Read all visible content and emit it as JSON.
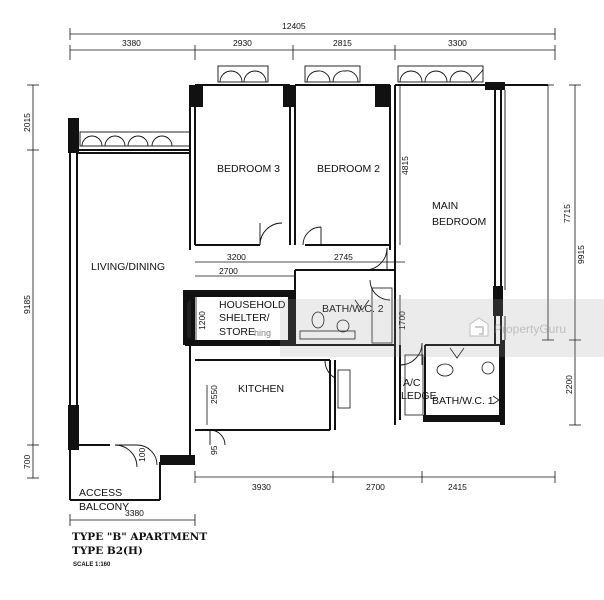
{
  "rooms": {
    "bedroom3": "BEDROOM 3",
    "bedroom2": "BEDROOM 2",
    "main_bedroom_1": "MAIN",
    "main_bedroom_2": "BEDROOM",
    "living_dining": "LIVING/DINING",
    "household_1": "HOUSEHOLD",
    "household_2": "SHELTER/",
    "household_3": "STORE",
    "bath2": "BATH/W.C. 2",
    "kitchen": "KITCHEN",
    "ac_ledge_1": "A/C",
    "ac_ledge_2": "LEDGE",
    "bath1": "BATH/W.C. 1",
    "access_1": "ACCESS",
    "access_2": "BALCONY"
  },
  "dimensions": {
    "overall_top": "12405",
    "top_1": "3380",
    "top_2": "2930",
    "top_3": "2815",
    "top_4": "3300",
    "left_upper": "2015",
    "left_main": "9185",
    "left_lower": "700",
    "right_1": "7715",
    "right_2": "9915",
    "right_3": "2200",
    "bedroom2_depth": "4815",
    "shelter_width": "2700",
    "inner_3200": "3200",
    "inner_2745": "2745",
    "shelter_depth": "1200",
    "bath2_depth": "1700",
    "kitchen_depth": "2550",
    "bottom_1": "3930",
    "bottom_2": "2700",
    "bottom_3": "2415",
    "bottom_left": "3380",
    "small_1": "95",
    "small_2": "100"
  },
  "title_block": {
    "line1": "TYPE \"B\" APARTMENT",
    "line2": "TYPE B2(H)",
    "scale": "SCALE 1:160"
  },
  "watermark": {
    "brand": "PropertyGuru",
    "faint": "hing"
  }
}
